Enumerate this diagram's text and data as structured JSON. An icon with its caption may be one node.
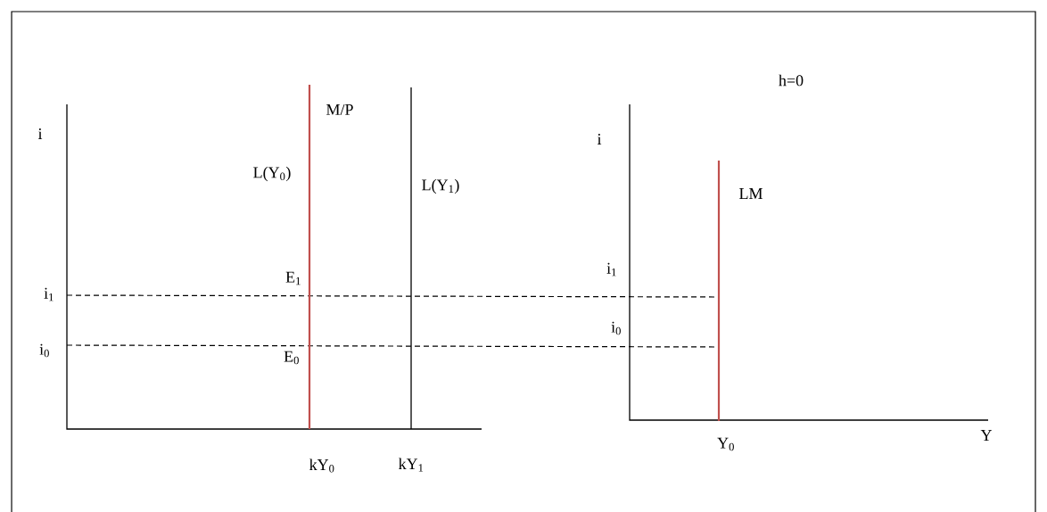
{
  "diagram": {
    "labels": [
      "h=0",
      "M/P",
      "i",
      "L(Y$_{0}$)",
      "L(Y$_{1}$)",
      "i",
      "LM",
      "E$_{1}$",
      "i$_{1}$",
      "i$_{1}$",
      "i$_{0}$",
      "E$_{0}$",
      "i$_{0}$",
      "kY$_{0}$",
      "kY$_{1}$",
      "Y$_{0}$",
      "Y"
    ]
  }
}
